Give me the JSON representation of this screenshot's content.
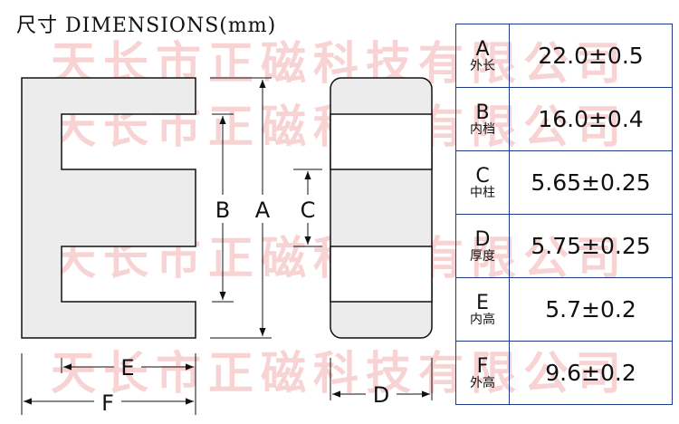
{
  "title": "尺寸 DIMENSIONS(mm)",
  "watermark": "天长市正磁科技有限公司",
  "labels": {
    "A": "A",
    "B": "B",
    "C": "C",
    "D": "D",
    "E": "E",
    "F": "F"
  },
  "rows": [
    {
      "key": "A",
      "name": "外长",
      "value": "22.0±0.5"
    },
    {
      "key": "B",
      "name": "内档",
      "value": "16.0±0.4"
    },
    {
      "key": "C",
      "name": "中柱",
      "value": "5.65±0.25"
    },
    {
      "key": "D",
      "name": "厚度",
      "value": "5.75±0.25"
    },
    {
      "key": "E",
      "name": "内高",
      "value": "5.7±0.2"
    },
    {
      "key": "F",
      "name": "外高",
      "value": "9.6±0.2"
    }
  ],
  "colors": {
    "fill": "#ececec",
    "line": "#111111",
    "table_border": "#1f3a8a",
    "watermark": "#e67878"
  }
}
